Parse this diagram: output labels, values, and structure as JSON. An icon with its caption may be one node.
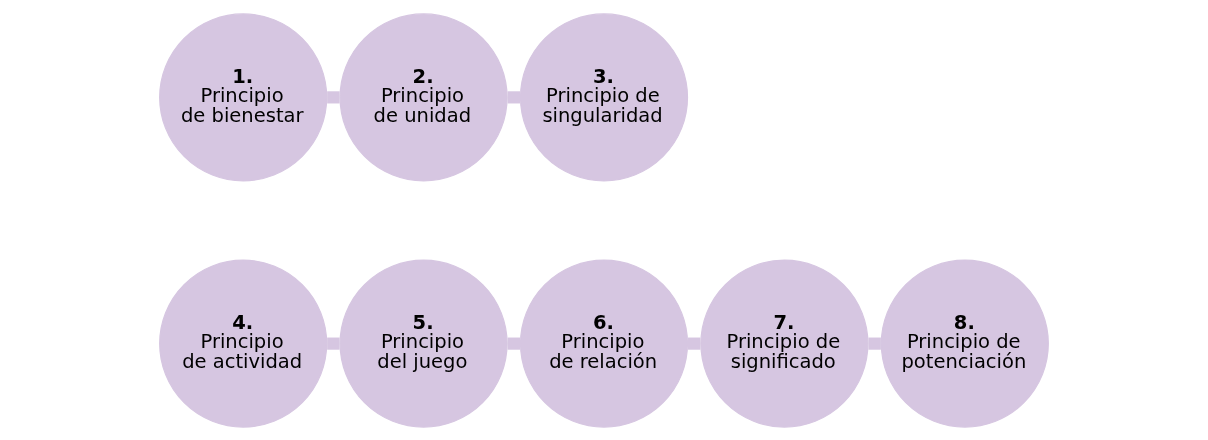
{
  "diagram": {
    "nodes": [
      {
        "text": [
          "1.",
          "Principio de bienestar"
        ]
      },
      {
        "text": [
          "2.",
          "Principio de unidad"
        ]
      },
      {
        "text": [
          "3.",
          "Principio de singularidad"
        ]
      },
      {
        "text": [
          "4.",
          "Principio de actividad"
        ]
      },
      {
        "text": [
          "5.",
          "Principio del juego"
        ]
      },
      {
        "text": [
          "6.",
          "Principio de relación"
        ]
      },
      {
        "text": [
          "7.",
          "Principio de significado"
        ]
      },
      {
        "text": [
          "8.",
          "Principio de potenciación"
        ]
      }
    ],
    "edges": [
      {
        "from": 0,
        "to": 1,
        "arrow": "none"
      },
      {
        "from": 1,
        "to": 2,
        "arrow": "none"
      },
      {
        "from": 3,
        "to": 4,
        "arrow": "none"
      },
      {
        "from": 4,
        "to": 5,
        "arrow": "none"
      },
      {
        "from": 5,
        "to": 6,
        "arrow": "none"
      },
      {
        "from": 6,
        "to": 7,
        "arrow": "none"
      }
    ]
  }
}
